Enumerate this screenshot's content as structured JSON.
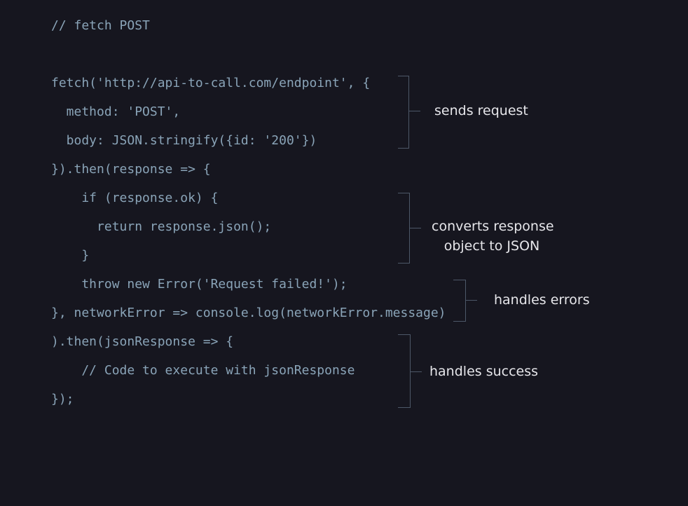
{
  "code_lines": [
    "// fetch POST",
    "fetch('http://api-to-call.com/endpoint', {",
    "  method: 'POST',",
    "  body: JSON.stringify({id: '200'})",
    "}).then(response => {",
    "    if (response.ok) {",
    "      return response.json();",
    "    }",
    "    throw new Error('Request failed!');",
    "}, networkError => console.log(networkError.message)",
    ").then(jsonResponse => {",
    "    // Code to execute with jsonResponse",
    "});"
  ],
  "annotations": [
    {
      "lines": [
        "sends request"
      ]
    },
    {
      "lines": [
        "converts response",
        "object to JSON"
      ]
    },
    {
      "lines": [
        "handles errors"
      ]
    },
    {
      "lines": [
        "handles success"
      ]
    }
  ]
}
